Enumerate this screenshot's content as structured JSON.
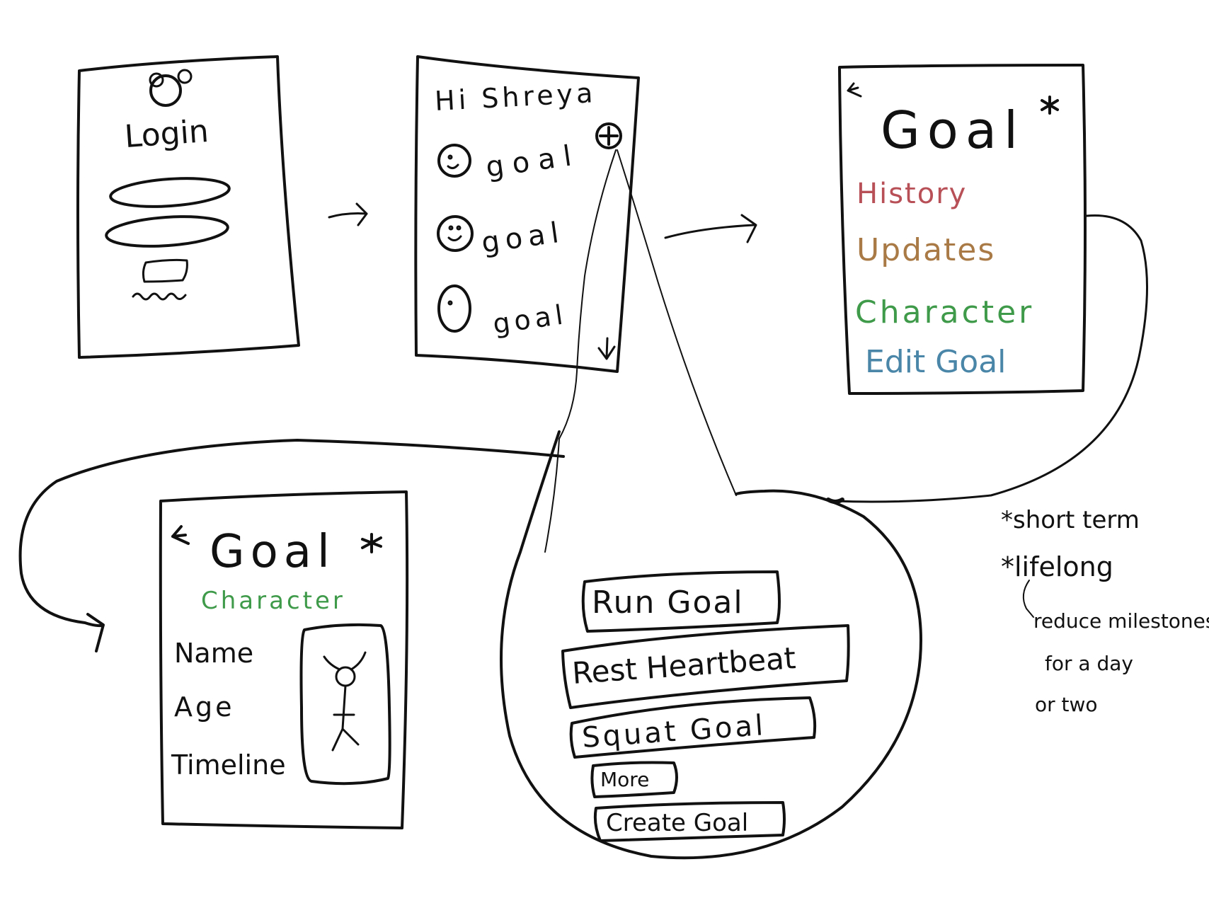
{
  "login_screen": {
    "title": "Login"
  },
  "home_screen": {
    "greeting": "Hi Shreya",
    "goals": [
      "goal",
      "goal",
      "goal"
    ],
    "add_icon": "plus-circle-icon",
    "scroll_icon": "arrow-down-icon"
  },
  "goal_screen": {
    "back_icon": "arrow-left-icon",
    "title": "Goal",
    "star_icon": "asterisk-icon",
    "menu": [
      {
        "label": "History",
        "color": "#b85058"
      },
      {
        "label": "Updates",
        "color": "#a97a45"
      },
      {
        "label": "Character",
        "color": "#3f9b4a"
      },
      {
        "label": "Edit Goal",
        "color": "#4a86a8"
      }
    ]
  },
  "character_screen": {
    "back_icon": "arrow-left-icon",
    "title": "Goal",
    "star_icon": "asterisk-icon",
    "subtitle": "Character",
    "subtitle_color": "#3f9b4a",
    "fields": [
      "Name",
      "Age",
      "Timeline"
    ],
    "avatar_icon": "stick-figure-icon"
  },
  "add_goal_popup": {
    "buttons": [
      "Run Goal",
      "Rest Heartbeat",
      "Squat Goal",
      "More",
      "Create Goal"
    ]
  },
  "notes": {
    "lines": [
      "*short term",
      "*lifelong",
      "reduce milestones",
      "for a day",
      "or two"
    ]
  }
}
